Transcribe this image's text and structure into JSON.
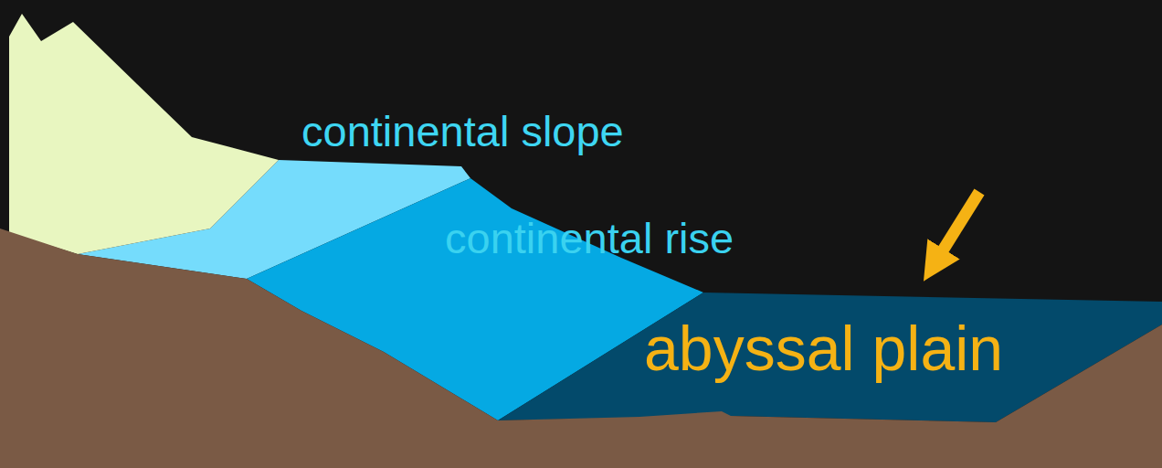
{
  "diagram": {
    "labels": [
      "continental slope",
      "continental rise",
      "abyssal plain"
    ]
  }
}
